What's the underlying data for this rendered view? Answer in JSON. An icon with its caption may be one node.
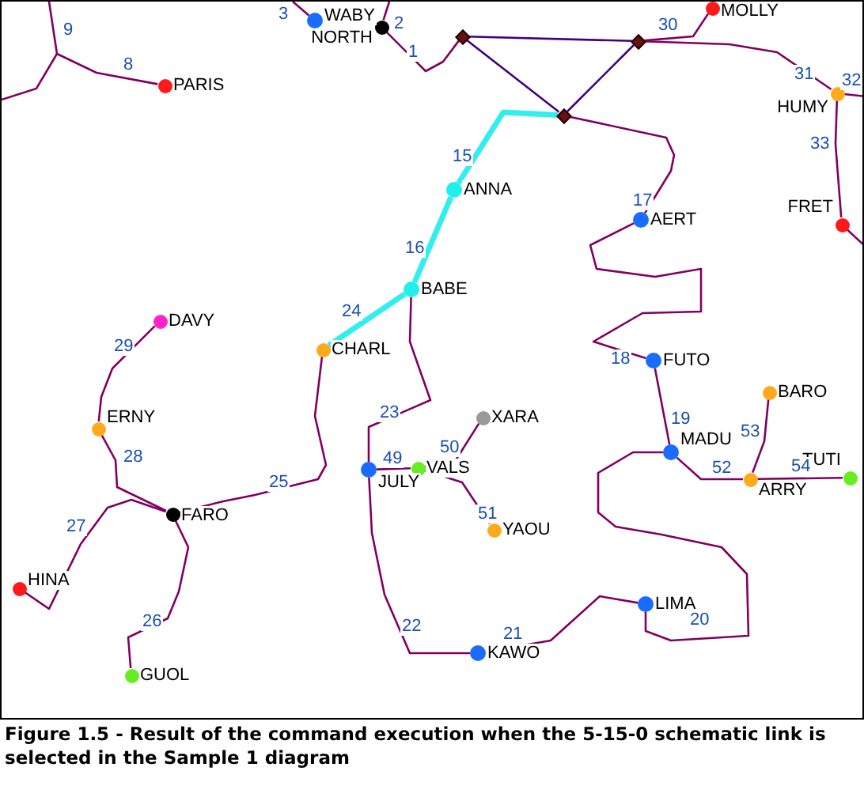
{
  "diagram": {
    "caption": "Figure 1.5 - Result of the command execution when the 5-15-0 schematic link is selected in the Sample 1 diagram",
    "nodes": [
      {
        "text": [],
        "shape": "circle",
        "beside": [
          "WABY"
        ]
      },
      {
        "text": [],
        "shape": "circle",
        "beside": [
          "NORTH"
        ]
      },
      {
        "text": [],
        "shape": "circle",
        "beside": [
          "MOLLY"
        ]
      },
      {
        "text": [],
        "shape": "circle",
        "beside": [
          "PARIS"
        ]
      },
      {
        "text": [],
        "shape": "circle",
        "beside": [
          "HUMY"
        ]
      },
      {
        "text": [],
        "shape": "circle",
        "beside": [
          "FRET"
        ]
      },
      {
        "text": [],
        "shape": "circle",
        "beside": [
          "ANNA"
        ]
      },
      {
        "text": [],
        "shape": "circle",
        "beside": [
          "AERT"
        ]
      },
      {
        "text": [],
        "shape": "circle",
        "beside": [
          "BABE"
        ]
      },
      {
        "text": [],
        "shape": "circle",
        "beside": [
          "DAVY"
        ]
      },
      {
        "text": [],
        "shape": "circle",
        "beside": [
          "CHARL"
        ]
      },
      {
        "text": [],
        "shape": "circle",
        "beside": [
          "FUTO"
        ]
      },
      {
        "text": [],
        "shape": "circle",
        "beside": [
          "BARO"
        ]
      },
      {
        "text": [],
        "shape": "circle",
        "beside": [
          "XARA"
        ]
      },
      {
        "text": [],
        "shape": "circle",
        "beside": [
          "ERNY"
        ]
      },
      {
        "text": [],
        "shape": "circle",
        "beside": [
          "MADU"
        ]
      },
      {
        "text": [],
        "shape": "circle",
        "beside": [
          "JULY"
        ]
      },
      {
        "text": [],
        "shape": "circle",
        "beside": [
          "VALS"
        ]
      },
      {
        "text": [],
        "shape": "circle",
        "beside": [
          "ARRY"
        ]
      },
      {
        "text": [],
        "shape": "circle",
        "beside": [
          "TUTI"
        ]
      },
      {
        "text": [],
        "shape": "circle",
        "beside": [
          "FARO"
        ]
      },
      {
        "text": [],
        "shape": "circle",
        "beside": [
          "YAOU"
        ]
      },
      {
        "text": [],
        "shape": "circle",
        "beside": [
          "HINA"
        ]
      },
      {
        "text": [],
        "shape": "circle",
        "beside": [
          "LIMA"
        ]
      },
      {
        "text": [],
        "shape": "circle",
        "beside": [
          "KAWO"
        ]
      },
      {
        "text": [],
        "shape": "circle",
        "beside": [
          "GUOL"
        ]
      },
      {
        "text": [],
        "shape": "diamond"
      },
      {
        "text": [],
        "shape": "diamond"
      },
      {
        "text": [],
        "shape": "diamond"
      }
    ],
    "edges": [
      {
        "from": null,
        "to": 0,
        "arrow": "none",
        "label": "3"
      },
      {
        "from": null,
        "to": 1,
        "arrow": "none",
        "label": "2"
      },
      {
        "from": 1,
        "to": 26,
        "arrow": "none",
        "label": "1"
      },
      {
        "from": 26,
        "to": 27,
        "arrow": "none",
        "color": "#400080"
      },
      {
        "from": 26,
        "to": 28,
        "arrow": "none",
        "color": "#400080"
      },
      {
        "from": 27,
        "to": 28,
        "arrow": "none",
        "color": "#400080"
      },
      {
        "from": 27,
        "to": 2,
        "arrow": "none",
        "label": "30"
      },
      {
        "from": 27,
        "to": 4,
        "arrow": "none",
        "label": "31"
      },
      {
        "from": 4,
        "to": null,
        "arrow": "none",
        "label": "32"
      },
      {
        "from": 4,
        "to": 5,
        "arrow": "none",
        "label": "33"
      },
      {
        "from": 5,
        "to": null,
        "arrow": "none"
      },
      {
        "from": 28,
        "to": 6,
        "arrow": "none",
        "label": "15",
        "style": "thick",
        "color": "#33eeee"
      },
      {
        "from": 6,
        "to": 8,
        "arrow": "none",
        "label": "16",
        "style": "thick",
        "color": "#33eeee"
      },
      {
        "from": 8,
        "to": 10,
        "arrow": "none",
        "label": "24",
        "style": "thick",
        "color": "#33eeee"
      },
      {
        "from": 28,
        "to": 7,
        "arrow": "none",
        "label": "17"
      },
      {
        "from": 7,
        "to": 11,
        "arrow": "none",
        "label": "18"
      },
      {
        "from": 11,
        "to": 15,
        "arrow": "none",
        "label": "19"
      },
      {
        "from": 15,
        "to": 18,
        "arrow": "none",
        "label": "52"
      },
      {
        "from": 18,
        "to": 12,
        "arrow": "none",
        "label": "53"
      },
      {
        "from": 18,
        "to": 19,
        "arrow": "none",
        "label": "54"
      },
      {
        "from": 15,
        "to": 23,
        "arrow": "none",
        "label": "20"
      },
      {
        "from": 23,
        "to": 24,
        "arrow": "none",
        "label": "21"
      },
      {
        "from": 24,
        "to": 16,
        "arrow": "none",
        "label": "22"
      },
      {
        "from": 16,
        "to": 8,
        "arrow": "none",
        "label": "23"
      },
      {
        "from": 16,
        "to": 17,
        "arrow": "none",
        "label": "49"
      },
      {
        "from": 17,
        "to": 13,
        "arrow": "none",
        "label": "50"
      },
      {
        "from": 17,
        "to": 21,
        "arrow": "none",
        "label": "51"
      },
      {
        "from": 10,
        "to": 20,
        "arrow": "none",
        "label": "25"
      },
      {
        "from": 20,
        "to": 14,
        "arrow": "none",
        "label": "28"
      },
      {
        "from": 14,
        "to": 9,
        "arrow": "none",
        "label": "29"
      },
      {
        "from": 20,
        "to": 22,
        "arrow": "none",
        "label": "27"
      },
      {
        "from": 20,
        "to": 25,
        "arrow": "none",
        "label": "26"
      },
      {
        "from": 3,
        "to": null,
        "arrow": "none",
        "label": "8"
      }
    ],
    "labels": [
      "9"
    ]
  }
}
